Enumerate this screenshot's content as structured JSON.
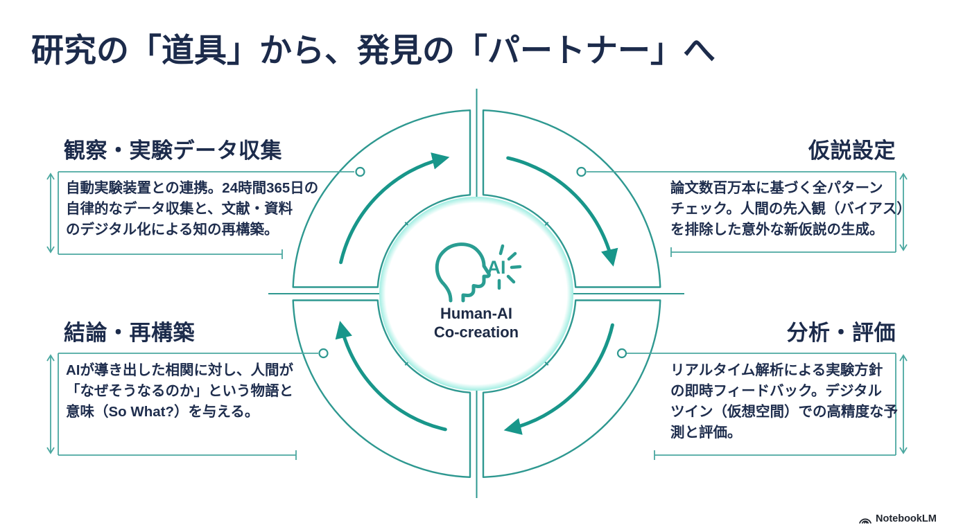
{
  "title": "研究の「道具」から、発見の「パートナー」へ",
  "colors": {
    "navy": "#1c2b4b",
    "line_arc": "#2e9890",
    "line_thin": "#4ba8a0",
    "arrow": "#18968a",
    "ring": "#3fd9c5",
    "bg": "#ffffff"
  },
  "center": {
    "icon": "human-head-with-ai-spark-icon",
    "ai_label": "AI",
    "line1": "Human-AI",
    "line2": "Co-creation"
  },
  "sections": {
    "tl": {
      "heading": "観察・実験データ収集",
      "lines": [
        "自動実験装置との連携。24時間365日の",
        "自律的なデータ収集と、文献・資料",
        "のデジタル化による知の再構築。"
      ]
    },
    "tr": {
      "heading": "仮説設定",
      "lines": [
        "論文数百万本に基づく全パターン",
        "チェック。人間の先入観（バイアス）",
        "を排除した意外な新仮説の生成。"
      ]
    },
    "br": {
      "heading": "分析・評価",
      "lines": [
        "リアルタイム解析による実験方針",
        "の即時フィードバック。デジタル",
        "ツイン（仮想空間）での高精度な予",
        "測と評価。"
      ]
    },
    "bl": {
      "heading": "結論・再構築",
      "lines": [
        "AIが導き出した相関に対し、人間が",
        "「なぜそうなるのか」という物語と",
        "意味（So What?）を与える。"
      ]
    }
  },
  "footer": {
    "brand": "NotebookLM"
  }
}
